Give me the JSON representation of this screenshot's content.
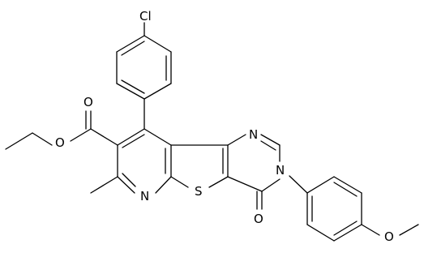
{
  "atom_labels": {
    "chlorine": "Cl",
    "pyrimidine_n_top": "N",
    "pyrimidine_n_bottom": "N",
    "pyridine_n": "N",
    "sulfur": "S",
    "carbonyl_oxygen": "O",
    "ester_carbonyl_oxygen": "O",
    "ester_ether_oxygen": "O",
    "methoxy_oxygen": "O"
  },
  "colors": {
    "bond": "#000000",
    "label": "#000000",
    "background": "#ffffff"
  }
}
